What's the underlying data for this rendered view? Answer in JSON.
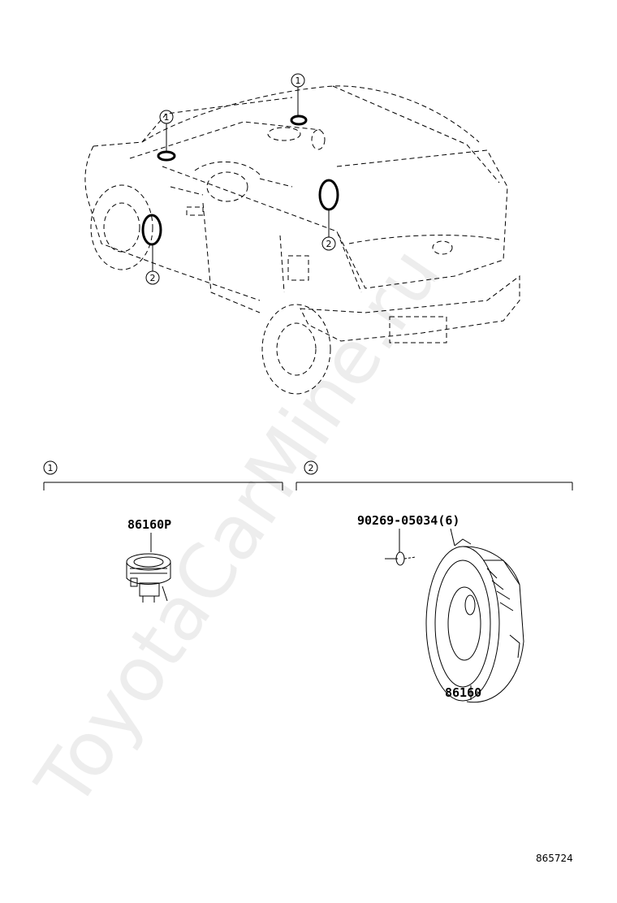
{
  "watermark": "ToyotaCarMine.ru",
  "figure_number": "865724",
  "callouts": {
    "one": "1",
    "two": "2"
  },
  "sections": [
    {
      "callout": "1",
      "part_label": "86160P"
    },
    {
      "callout": "2",
      "part_label": "86160",
      "fastener_label": "90269-05034(6)"
    }
  ]
}
